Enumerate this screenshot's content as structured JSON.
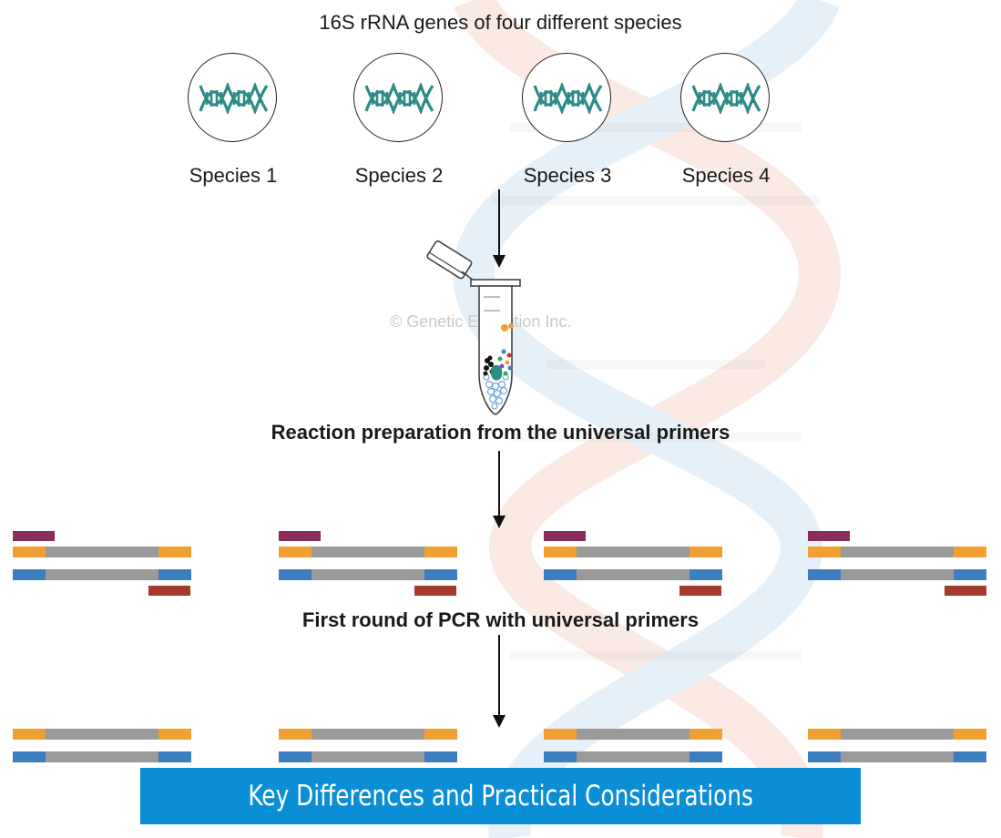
{
  "header": {
    "title": "16S rRNA genes of four different species"
  },
  "species": [
    {
      "label": "Species 1"
    },
    {
      "label": "Species 2"
    },
    {
      "label": "Species 3"
    },
    {
      "label": "Species 4"
    }
  ],
  "steps": {
    "reaction_label": "Reaction preparation from the universal primers",
    "first_round_label": "First round of PCR with universal primers"
  },
  "watermark": "© Genetic Education Inc.",
  "banner": {
    "text": "Key Differences and Practical Considerations"
  },
  "colors": {
    "dna_teal": "#2e8b86",
    "primer_forward": "#8b2d5c",
    "primer_reverse": "#a33a2c",
    "strand_orange": "#f0a033",
    "strand_blue": "#3d7ec0",
    "strand_gray": "#9a9a9a",
    "banner_blue": "#0a8fd6"
  }
}
